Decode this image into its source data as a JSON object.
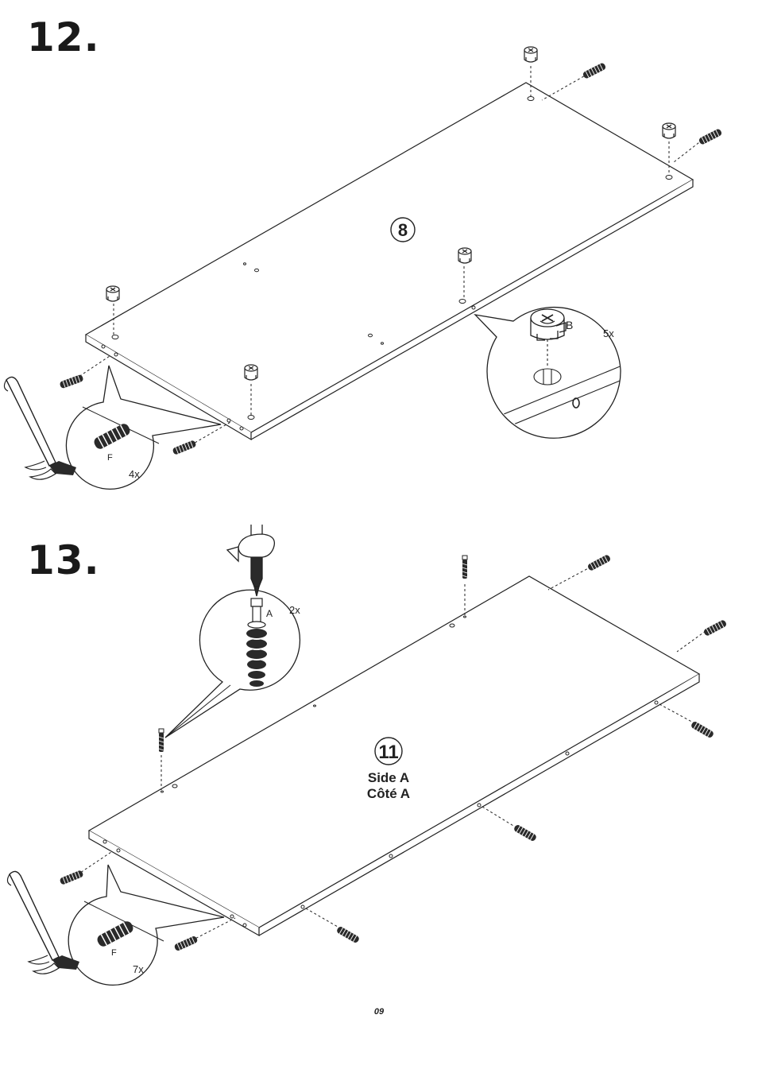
{
  "steps": [
    {
      "number": "12.",
      "panel_label": "8",
      "callout_hardware": "B",
      "callout_count": "5x",
      "dowel_hardware": "F",
      "dowel_count": "4x"
    },
    {
      "number": "13.",
      "panel_label": "11",
      "panel_side_en": "Side A",
      "panel_side_fr": "Côté A",
      "callout_hardware": "A",
      "callout_count": "2x",
      "dowel_hardware": "F",
      "dowel_count": "7x"
    }
  ],
  "icons": [
    "cam-lock-icon",
    "wooden-dowel-icon",
    "hammer-icon",
    "screwdriver-icon",
    "cam-bolt-icon",
    "rotation-arrow-icon"
  ],
  "page_number": "09"
}
